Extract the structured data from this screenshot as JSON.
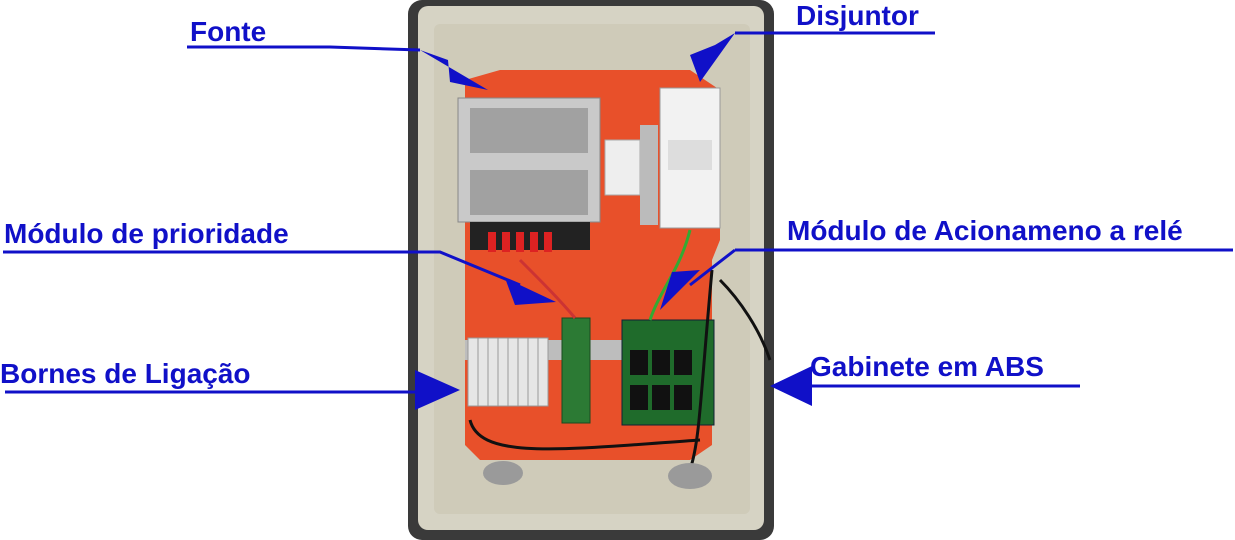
{
  "labels": {
    "fonte": "Fonte",
    "disjuntor": "Disjuntor",
    "modulo_prioridade": "Módulo de prioridade",
    "modulo_acionamento": "Módulo de Acionameno a relé",
    "bornes": "Bornes de Ligação",
    "gabinete": "Gabinete em ABS"
  },
  "colors": {
    "label": "#1010c8",
    "plate": "#e8502a",
    "enclosure": "#d9d6c8"
  }
}
